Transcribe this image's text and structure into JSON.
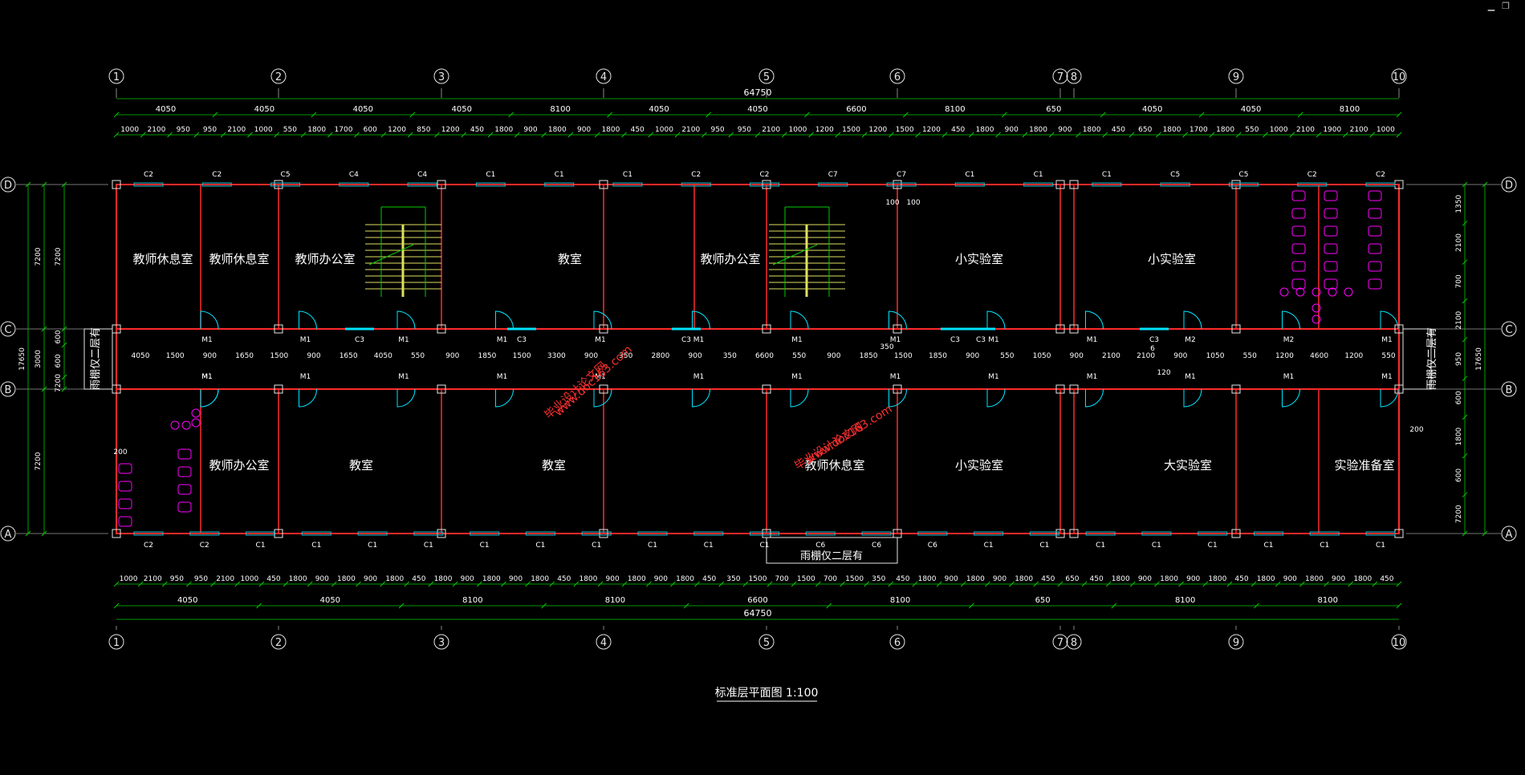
{
  "window_controls": {
    "minimize": "▁",
    "restore": "❐"
  },
  "colors": {
    "axis": "#e6e6e6",
    "dim": "#00cc00",
    "wall": "#ff2a2a",
    "room_text": "#ffffff",
    "stair": "#e0e060",
    "window": "#00bcd4",
    "door": "#00e5ff",
    "fixture": "#ff00ff",
    "watermark": "#ff3030",
    "title": "#ffffff"
  },
  "axes_top": [
    "1",
    "2",
    "3",
    "4",
    "5",
    "6",
    "7",
    "8",
    "9",
    "10"
  ],
  "axes_side": [
    "D",
    "C",
    "B",
    "A"
  ],
  "dims": {
    "total": "64750",
    "top_row2": [
      "4050",
      "4050",
      "4050",
      "4050",
      "8100",
      "4050",
      "4050",
      "6600",
      "8100",
      "650",
      "4050",
      "4050",
      "8100"
    ],
    "top_row3": [
      "1000",
      "2100",
      "950",
      "950",
      "2100",
      "1000",
      "550",
      "1800",
      "1700",
      "600",
      "1200",
      "850",
      "1200",
      "450",
      "1800",
      "900",
      "1800",
      "900",
      "1800",
      "450",
      "1000",
      "2100",
      "950",
      "950",
      "2100",
      "1000",
      "1200",
      "1500",
      "1200",
      "1500",
      "1200",
      "450",
      "1800",
      "900",
      "1800",
      "900",
      "1800",
      "450",
      "650",
      "1800",
      "1700",
      "1800",
      "550",
      "1000",
      "2100",
      "1900",
      "2100",
      "1000"
    ],
    "bottom_row1": [
      "1000",
      "2100",
      "950",
      "950",
      "2100",
      "1000",
      "450",
      "1800",
      "900",
      "1800",
      "900",
      "1800",
      "450",
      "1800",
      "900",
      "1800",
      "900",
      "1800",
      "450",
      "1800",
      "900",
      "1800",
      "900",
      "1800",
      "450",
      "350",
      "1500",
      "700",
      "1500",
      "700",
      "1500",
      "350",
      "450",
      "1800",
      "900",
      "1800",
      "900",
      "1800",
      "450",
      "650",
      "450",
      "1800",
      "900",
      "1800",
      "900",
      "1800",
      "450",
      "1800",
      "900",
      "1800",
      "900",
      "1800",
      "450"
    ],
    "bottom_row2": [
      "4050",
      "4050",
      "8100",
      "8100",
      "6600",
      "8100",
      "650",
      "8100",
      "8100"
    ],
    "left_outer": [
      "7200",
      "3000",
      "7200"
    ],
    "left_inner": [
      "7200",
      "600",
      "600",
      "7200"
    ],
    "left_total": "17650",
    "right_outer": [
      "1350",
      "2100",
      "700",
      "2100",
      "950",
      "600",
      "1800",
      "600",
      "7200"
    ],
    "right_total": "17650",
    "corridor": [
      "4050",
      "1500",
      "900",
      "1650",
      "1500",
      "900",
      "1650",
      "4050",
      "550",
      "900",
      "1850",
      "1500",
      "3300",
      "900",
      "350",
      "2800",
      "900",
      "350",
      "6600",
      "550",
      "900",
      "1850",
      "1500",
      "1850",
      "900",
      "550",
      "1050",
      "900",
      "2100",
      "2100",
      "900",
      "1050",
      "550",
      "1200",
      "4600",
      "1200",
      "550"
    ],
    "misc": [
      "100",
      "100",
      "200",
      "200",
      "350",
      "120",
      "6"
    ]
  },
  "rooms_top": [
    "教师休息室",
    "教师休息室",
    "教师办公室",
    "教室",
    "教师办公室",
    "小实验室",
    "小实验室"
  ],
  "rooms_bottom": [
    "教师办公室",
    "教室",
    "教室",
    "教师休息室",
    "小实验室",
    "大实验室",
    "实验准备室"
  ],
  "canopy_labels": {
    "left": "雨棚仅二层有",
    "right": "雨棚仅二层有",
    "bottom": "雨棚仅二层有"
  },
  "windows_top": [
    "C2",
    "C2",
    "C5",
    "C4",
    "C4",
    "C1",
    "C1",
    "C1",
    "C2",
    "C2",
    "C7",
    "C7",
    "C1",
    "C1",
    "C1",
    "C5",
    "C5",
    "C2",
    "C2"
  ],
  "windows_bottom": [
    "C2",
    "C2",
    "C1",
    "C1",
    "C1",
    "C1",
    "C1",
    "C1",
    "C1",
    "C1",
    "C1",
    "C1",
    "C6",
    "C6",
    "C6",
    "C1",
    "C1",
    "C1",
    "C1",
    "C1",
    "C1",
    "C1",
    "C1"
  ],
  "windows_corridor": [
    "C3",
    "C3",
    "C3",
    "C3",
    "C3",
    "C3"
  ],
  "doors": [
    "M1",
    "M1",
    "M1",
    "M1",
    "M1",
    "M1",
    "M1",
    "M1",
    "M1",
    "M1",
    "M2",
    "M2",
    "M1",
    "M1",
    "M1",
    "M1",
    "M1",
    "M1",
    "M1",
    "M1",
    "M1",
    "M1",
    "M1",
    "M1",
    "M1",
    "M1",
    "M1"
  ],
  "watermark": {
    "line1": "毕业设计论文网",
    "line2": "www.doc163.com"
  },
  "title": "标准层平面图 1:100"
}
